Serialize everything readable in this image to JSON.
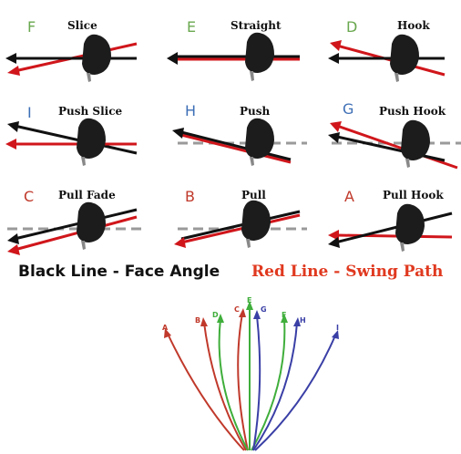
{
  "colors": {
    "green": "#6aa84f",
    "blue": "#3d6fb6",
    "red": "#c0392b",
    "face_line": "#111111",
    "path_line": "#d0161b",
    "target_line": "#9a9a9a",
    "club_head": "#1c1c1c"
  },
  "shots": [
    {
      "letter": "F",
      "name": "Slice",
      "letter_color": "green"
    },
    {
      "letter": "E",
      "name": "Straight",
      "letter_color": "green"
    },
    {
      "letter": "D",
      "name": "Hook",
      "letter_color": "green"
    },
    {
      "letter": "I",
      "name": "Push Slice",
      "letter_color": "blue"
    },
    {
      "letter": "H",
      "name": "Push",
      "letter_color": "blue"
    },
    {
      "letter": "G",
      "name": "Push Hook",
      "letter_color": "blue"
    },
    {
      "letter": "C",
      "name": "Pull Fade",
      "letter_color": "red"
    },
    {
      "letter": "B",
      "name": "Pull",
      "letter_color": "red"
    },
    {
      "letter": "A",
      "name": "Pull Hook",
      "letter_color": "red"
    }
  ],
  "legend": {
    "face": "Black Line - Face Angle",
    "path": "Red Line - Swing Path"
  },
  "ball_flights": [
    {
      "letter": "A",
      "color": "red"
    },
    {
      "letter": "B",
      "color": "red"
    },
    {
      "letter": "C",
      "color": "red"
    },
    {
      "letter": "D",
      "color": "green"
    },
    {
      "letter": "E",
      "color": "green"
    },
    {
      "letter": "F",
      "color": "green"
    },
    {
      "letter": "G",
      "color": "blue"
    },
    {
      "letter": "H",
      "color": "blue"
    },
    {
      "letter": "I",
      "color": "blue"
    }
  ]
}
